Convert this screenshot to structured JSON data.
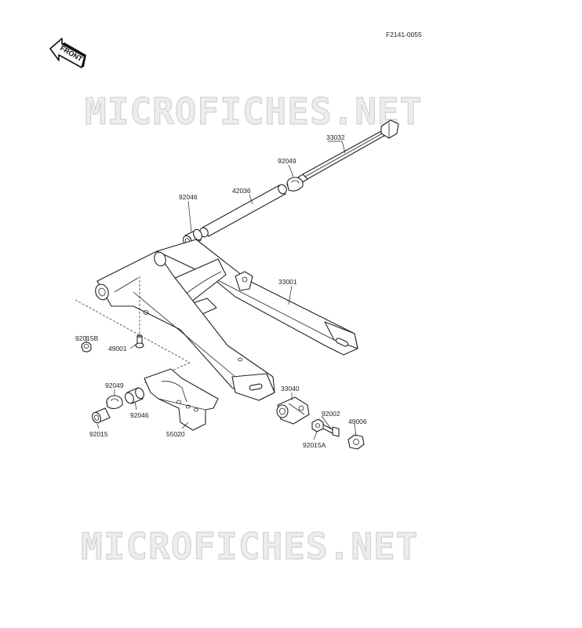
{
  "diagram_id": "F2141-0055",
  "front_label": "FRONT",
  "watermarks": [
    "MICROFICHES.NET",
    "MICROFICHES.NET"
  ],
  "parts": [
    {
      "number": "33032"
    },
    {
      "number": "92049"
    },
    {
      "number": "42036"
    },
    {
      "number": "92046"
    },
    {
      "number": "33001"
    },
    {
      "number": "92015B"
    },
    {
      "number": "49001"
    },
    {
      "number": "92049"
    },
    {
      "number": "92046"
    },
    {
      "number": "92015"
    },
    {
      "number": "55020"
    },
    {
      "number": "33040"
    },
    {
      "number": "92002"
    },
    {
      "number": "49006"
    },
    {
      "number": "92015A"
    }
  ]
}
